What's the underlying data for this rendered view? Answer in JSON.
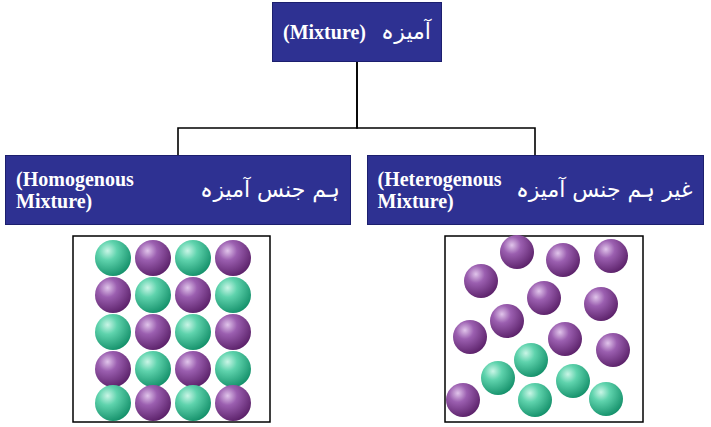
{
  "diagram": {
    "nodes": [
      {
        "text": [
          "آمیزہ",
          "(Mixture)"
        ]
      },
      {
        "text": [
          "ہم جنس آمیزہ",
          "(Homogenous Mixture)"
        ]
      },
      {
        "text": [
          "غیر ہم جنس آمیزہ",
          "(Heterogenous Mixture)"
        ]
      }
    ],
    "edges": [
      {
        "from": 0,
        "to": 1,
        "arrow": "none"
      },
      {
        "from": 0,
        "to": 2,
        "arrow": "none"
      }
    ]
  }
}
